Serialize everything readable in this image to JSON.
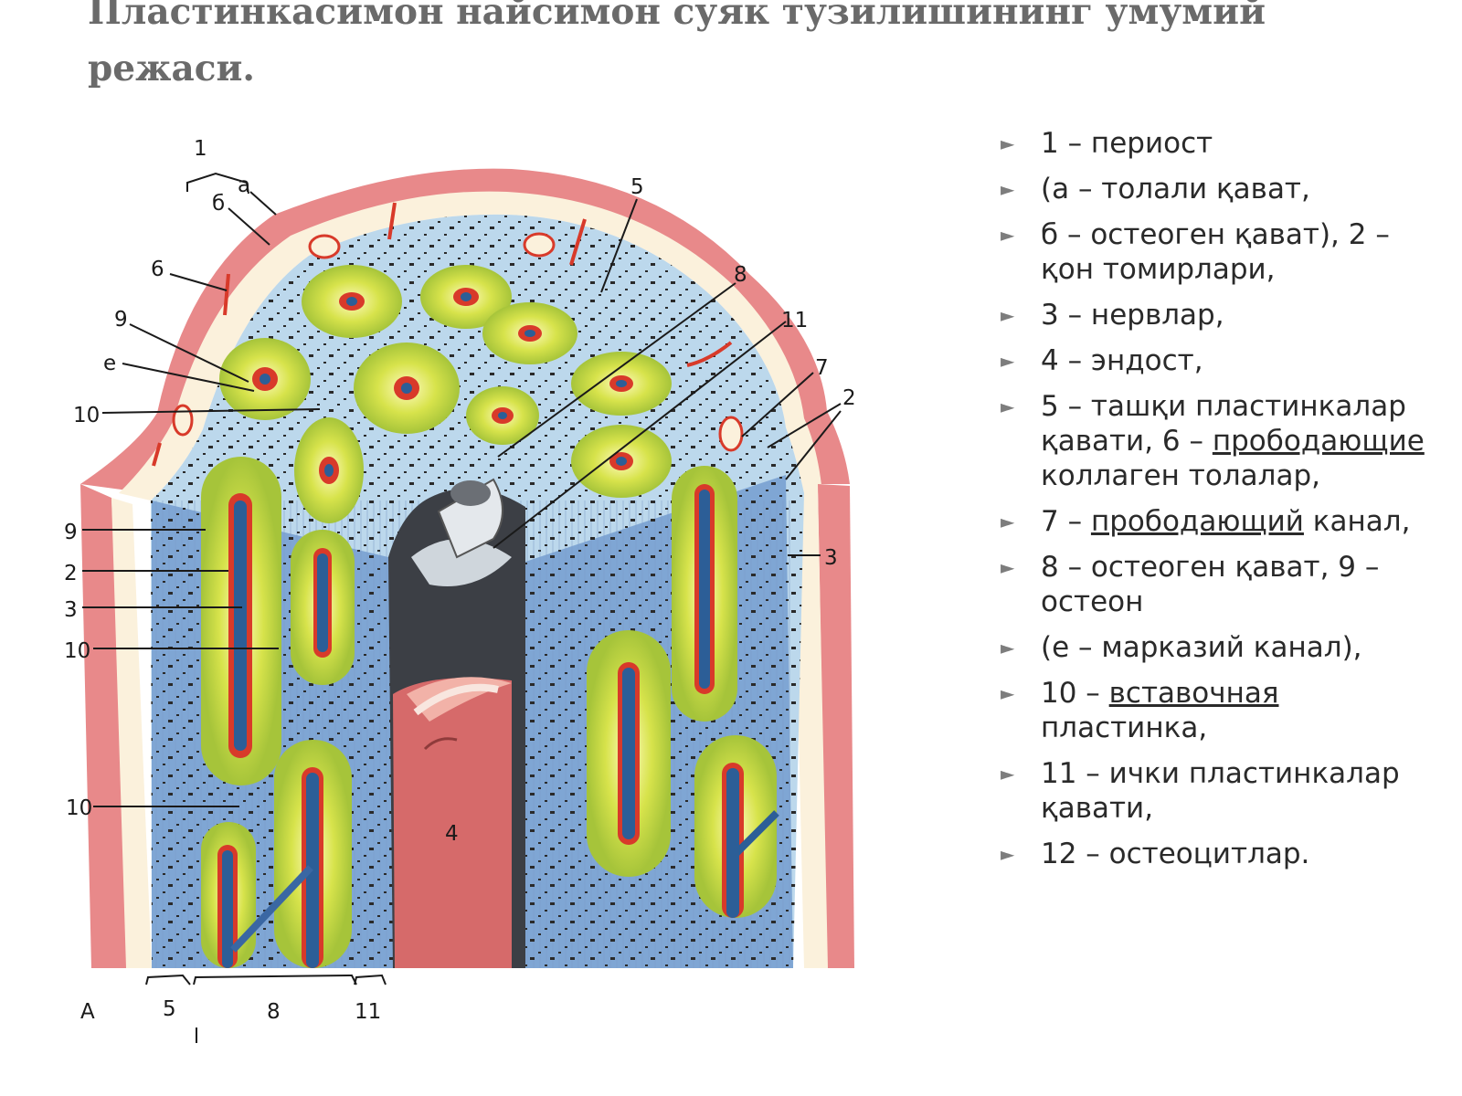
{
  "slide": {
    "title": "Пластинкасимон найсимон суяк тузилишининг умумий режаси."
  },
  "figure": {
    "labels": {
      "l1": "1",
      "la": "а",
      "lb": "б",
      "l5_top": "5",
      "l6": "6",
      "l8_top": "8",
      "l9_top": "9",
      "l11_top": "11",
      "le": "е",
      "l7": "7",
      "l10_a": "10",
      "l2_right": "2",
      "l9_left": "9",
      "l2_left": "2",
      "l3_left": "3",
      "l3_right": "3",
      "l10_b": "10",
      "l10_c": "10",
      "l4": "4",
      "lA": "А",
      "l5_bottom": "5",
      "l8_bottom": "8",
      "l11_bottom": "11"
    }
  },
  "legend": {
    "items": [
      {
        "pre": "1 – периост",
        "u": "",
        "post": ""
      },
      {
        "pre": "(а – толали қават,",
        "u": "",
        "post": ""
      },
      {
        "pre": "б – остеоген қават), 2 – қон томирлари,",
        "u": "",
        "post": ""
      },
      {
        "pre": "3 – нервлар,",
        "u": "",
        "post": ""
      },
      {
        "pre": "4 – эндост,",
        "u": "",
        "post": ""
      },
      {
        "pre": "5 – ташқи пластинкалар қавати, 6 – ",
        "u": "прободающие ",
        "post": "коллаген толалар,"
      },
      {
        "pre": "7 – ",
        "u": "прободающий",
        "post": " канал,"
      },
      {
        "pre": "8 – остеоген қават, 9 – остеон",
        "u": "",
        "post": ""
      },
      {
        "pre": "(е – марказий канал),",
        "u": "",
        "post": ""
      },
      {
        "pre": "10 – ",
        "u": "вставочная",
        "post": " пластинка,"
      },
      {
        "pre": "11 – ички пластинкалар қавати,",
        "u": "",
        "post": ""
      },
      {
        "pre": "12 – остеоцитлар.",
        "u": "",
        "post": ""
      }
    ]
  }
}
